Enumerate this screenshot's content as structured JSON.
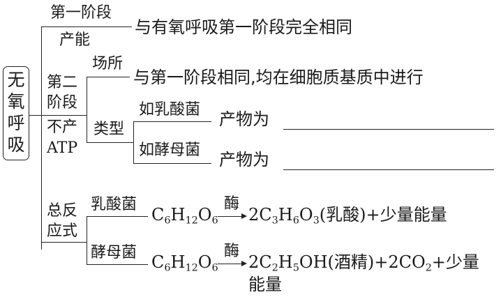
{
  "root": {
    "label_chars": [
      "无",
      "氧",
      "呼",
      "吸"
    ]
  },
  "stage1": {
    "label": "第一阶段",
    "sub_label": "产能",
    "description": "与有氧呼吸第一阶段完全相同"
  },
  "stage2": {
    "label_line1": "第二",
    "label_line2": "阶段",
    "sub_line1": "不产",
    "sub_line2": "ATP",
    "location": {
      "label": "场所",
      "description": "与第一阶段相同,均在细胞质基质中进行"
    },
    "types": {
      "label": "类型",
      "items": [
        {
          "organism": "如乳酸菌",
          "product_label": "产物为",
          "answer": ""
        },
        {
          "organism": "如酵母菌",
          "product_label": "产物为",
          "answer": ""
        }
      ]
    }
  },
  "overall": {
    "label_line1": "总反",
    "label_line2": "应式",
    "reactions": [
      {
        "organism": "乳酸菌",
        "reactant": "C6H12O6",
        "catalyst": "酶",
        "products": "2C3H6O3(乳酸)+少量能量"
      },
      {
        "organism": "酵母菌",
        "reactant": "C6H12O6",
        "catalyst": "酶",
        "products": "2C2H5OH(酒精)+2CO2+少量能量",
        "products_line1": "2C2H5OH(酒精)+2CO2+少量",
        "products_line2": "能量"
      }
    ]
  }
}
